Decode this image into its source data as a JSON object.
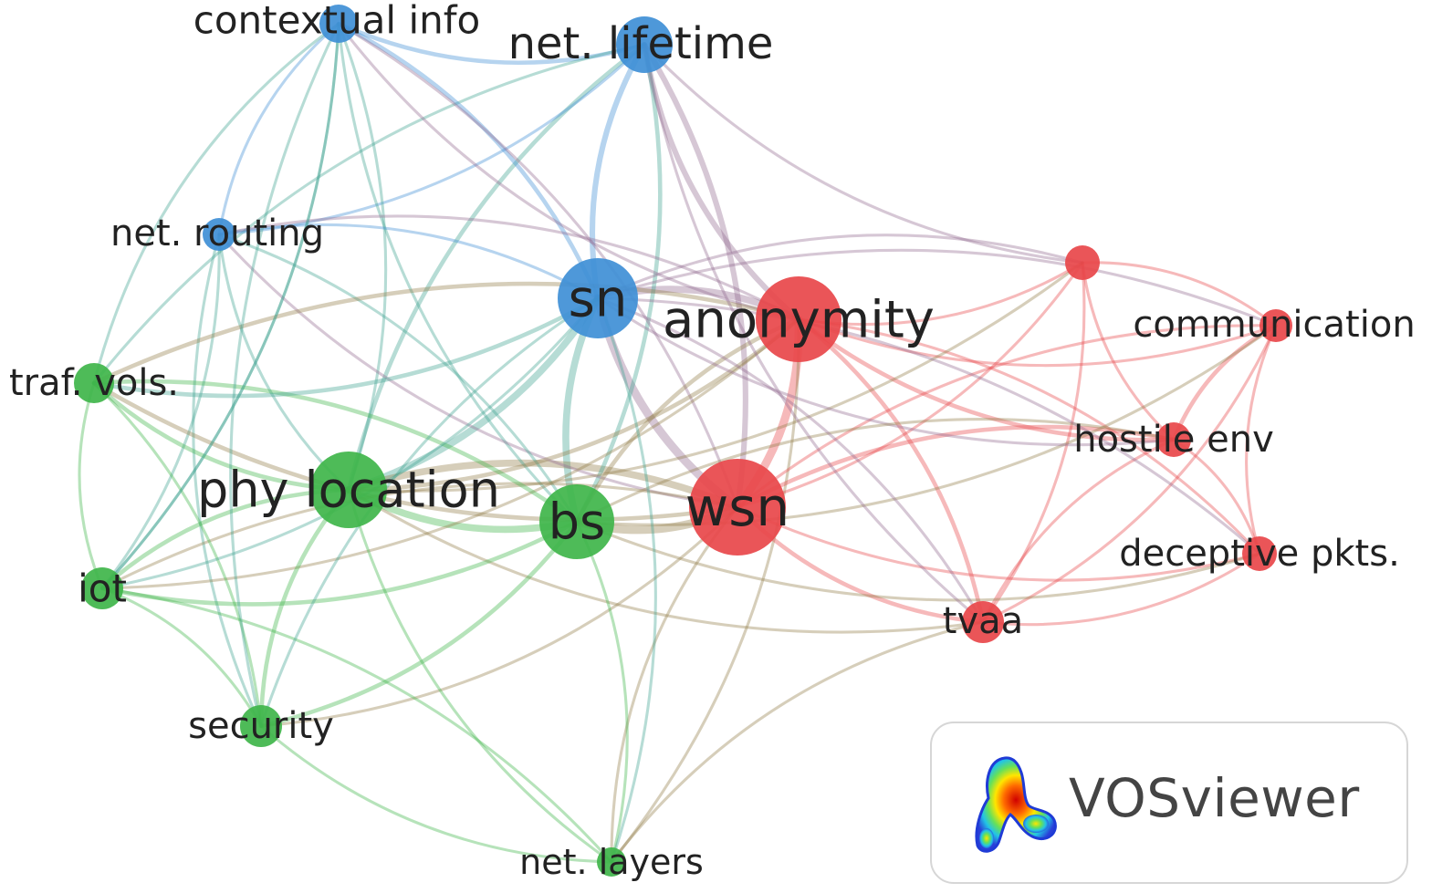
{
  "clusters": {
    "red": "#e8474a",
    "green": "#3fb54a",
    "blue": "#3f8fd6"
  },
  "nodes": [
    {
      "id": "contextual_info",
      "label": "contextual info",
      "cluster": "blue",
      "weight": 2
    },
    {
      "id": "net_lifetime",
      "label": "net. lifetime",
      "cluster": "blue",
      "weight": 4
    },
    {
      "id": "net_routing",
      "label": "net. routing",
      "cluster": "blue",
      "weight": 2
    },
    {
      "id": "sn",
      "label": "sn",
      "cluster": "blue",
      "weight": 6
    },
    {
      "id": "anonymity",
      "label": "anonymity",
      "cluster": "red",
      "weight": 9
    },
    {
      "id": "wsn",
      "label": "wsn",
      "cluster": "red",
      "weight": 10
    },
    {
      "id": "unlabeled_red",
      "label": "",
      "cluster": "red",
      "weight": 2
    },
    {
      "id": "communication",
      "label": "communication",
      "cluster": "red",
      "weight": 2
    },
    {
      "id": "hostile_env",
      "label": "hostile env",
      "cluster": "red",
      "weight": 2
    },
    {
      "id": "deceptive_pkts",
      "label": "deceptive pkts.",
      "cluster": "red",
      "weight": 2
    },
    {
      "id": "tvaa",
      "label": "tvaa",
      "cluster": "red",
      "weight": 3
    },
    {
      "id": "traf_vols",
      "label": "traf. vols.",
      "cluster": "green",
      "weight": 2
    },
    {
      "id": "phy_location",
      "label": "phy location",
      "cluster": "green",
      "weight": 7
    },
    {
      "id": "bs",
      "label": "bs",
      "cluster": "green",
      "weight": 7
    },
    {
      "id": "iot",
      "label": "iot",
      "cluster": "green",
      "weight": 2
    },
    {
      "id": "security",
      "label": "security",
      "cluster": "green",
      "weight": 2
    },
    {
      "id": "net_layers",
      "label": "net. layers",
      "cluster": "green",
      "weight": 2
    }
  ],
  "links": [
    [
      "sn",
      "wsn",
      5
    ],
    [
      "sn",
      "anonymity",
      4
    ],
    [
      "sn",
      "bs",
      4
    ],
    [
      "sn",
      "phy_location",
      4
    ],
    [
      "wsn",
      "anonymity",
      5
    ],
    [
      "wsn",
      "bs",
      5
    ],
    [
      "wsn",
      "phy_location",
      4
    ],
    [
      "bs",
      "phy_location",
      4
    ],
    [
      "net_lifetime",
      "sn",
      3
    ],
    [
      "net_lifetime",
      "wsn",
      3
    ],
    [
      "net_lifetime",
      "anonymity",
      3
    ],
    [
      "net_lifetime",
      "bs",
      2
    ],
    [
      "net_lifetime",
      "phy_location",
      2
    ],
    [
      "net_lifetime",
      "contextual_info",
      2
    ],
    [
      "net_lifetime",
      "traf_vols",
      1
    ],
    [
      "net_lifetime",
      "net_routing",
      1
    ],
    [
      "net_lifetime",
      "unlabeled_red",
      1
    ],
    [
      "contextual_info",
      "sn",
      2
    ],
    [
      "contextual_info",
      "net_routing",
      1
    ],
    [
      "contextual_info",
      "phy_location",
      1
    ],
    [
      "contextual_info",
      "bs",
      1
    ],
    [
      "contextual_info",
      "wsn",
      1
    ],
    [
      "contextual_info",
      "traf_vols",
      1
    ],
    [
      "contextual_info",
      "iot",
      1
    ],
    [
      "contextual_info",
      "anonymity",
      1
    ],
    [
      "net_routing",
      "sn",
      1
    ],
    [
      "net_routing",
      "security",
      1
    ],
    [
      "net_routing",
      "iot",
      1
    ],
    [
      "net_routing",
      "wsn",
      1
    ],
    [
      "net_routing",
      "bs",
      1
    ],
    [
      "net_routing",
      "phy_location",
      1
    ],
    [
      "net_routing",
      "anonymity",
      1
    ],
    [
      "anonymity",
      "hostile_env",
      2
    ],
    [
      "anonymity",
      "tvaa",
      2
    ],
    [
      "anonymity",
      "communication",
      1
    ],
    [
      "anonymity",
      "deceptive_pkts",
      1
    ],
    [
      "anonymity",
      "unlabeled_red",
      1
    ],
    [
      "anonymity",
      "phy_location",
      2
    ],
    [
      "anonymity",
      "bs",
      2
    ],
    [
      "anonymity",
      "iot",
      1
    ],
    [
      "anonymity",
      "traf_vols",
      2
    ],
    [
      "anonymity",
      "net_layers",
      1
    ],
    [
      "wsn",
      "tvaa",
      2
    ],
    [
      "wsn",
      "hostile_env",
      2
    ],
    [
      "wsn",
      "deceptive_pkts",
      1
    ],
    [
      "wsn",
      "communication",
      1
    ],
    [
      "wsn",
      "unlabeled_red",
      1
    ],
    [
      "wsn",
      "traf_vols",
      2
    ],
    [
      "wsn",
      "iot",
      1
    ],
    [
      "wsn",
      "security",
      1
    ],
    [
      "wsn",
      "net_layers",
      1
    ],
    [
      "unlabeled_red",
      "communication",
      1
    ],
    [
      "unlabeled_red",
      "hostile_env",
      1
    ],
    [
      "unlabeled_red",
      "tvaa",
      1
    ],
    [
      "unlabeled_red",
      "sn",
      1
    ],
    [
      "unlabeled_red",
      "phy_location",
      1
    ],
    [
      "communication",
      "hostile_env",
      2
    ],
    [
      "communication",
      "tvaa",
      1
    ],
    [
      "communication",
      "deceptive_pkts",
      1
    ],
    [
      "communication",
      "bs",
      1
    ],
    [
      "communication",
      "sn",
      1
    ],
    [
      "hostile_env",
      "deceptive_pkts",
      1
    ],
    [
      "hostile_env",
      "tvaa",
      1
    ],
    [
      "hostile_env",
      "sn",
      1
    ],
    [
      "hostile_env",
      "bs",
      1
    ],
    [
      "deceptive_pkts",
      "tvaa",
      1
    ],
    [
      "deceptive_pkts",
      "sn",
      1
    ],
    [
      "deceptive_pkts",
      "bs",
      1
    ],
    [
      "tvaa",
      "sn",
      1
    ],
    [
      "tvaa",
      "phy_location",
      1
    ],
    [
      "tvaa",
      "net_layers",
      1
    ],
    [
      "tvaa",
      "net_lifetime",
      1
    ],
    [
      "traf_vols",
      "phy_location",
      2
    ],
    [
      "traf_vols",
      "bs",
      2
    ],
    [
      "traf_vols",
      "iot",
      1
    ],
    [
      "traf_vols",
      "security",
      1
    ],
    [
      "traf_vols",
      "sn",
      2
    ],
    [
      "iot",
      "phy_location",
      2
    ],
    [
      "iot",
      "bs",
      2
    ],
    [
      "iot",
      "security",
      1
    ],
    [
      "iot",
      "sn",
      1
    ],
    [
      "iot",
      "net_layers",
      1
    ],
    [
      "iot",
      "contextual_info",
      1
    ],
    [
      "security",
      "phy_location",
      2
    ],
    [
      "security",
      "bs",
      2
    ],
    [
      "security",
      "sn",
      1
    ],
    [
      "security",
      "net_layers",
      1
    ],
    [
      "security",
      "contextual_info",
      1
    ],
    [
      "net_layers",
      "bs",
      1
    ],
    [
      "net_layers",
      "phy_location",
      1
    ],
    [
      "net_layers",
      "sn",
      1
    ]
  ],
  "brand": {
    "name": "VOSviewer"
  }
}
